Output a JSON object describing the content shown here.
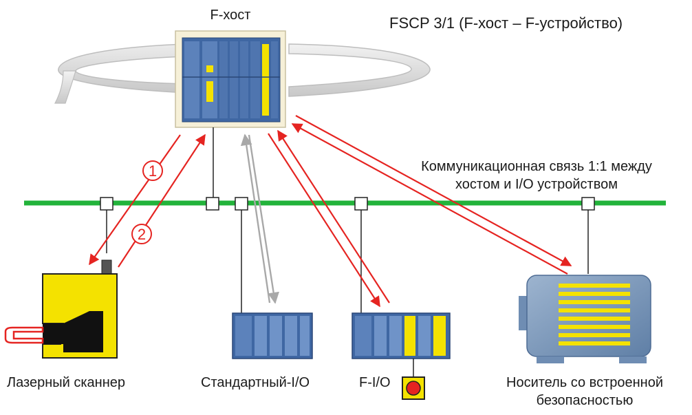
{
  "title": "FSCP 3/1 (F-хост – F-устройство)",
  "host_label": "F-хост",
  "link_note": {
    "line1": "Коммуникационная связь 1:1 между",
    "line2": "хостом и I/O устройством"
  },
  "steps": [
    "1",
    "2"
  ],
  "devices": {
    "laser_scanner": "Лазерный сканнер",
    "standard_io": "Стандартный-I/O",
    "f_io": "F-I/O",
    "safety_carrier_line1": "Носитель со встроенной",
    "safety_carrier_line2": "безопасностью"
  },
  "colors": {
    "bus": "#22b33a",
    "safety_link": "#e52421",
    "standard_link": "#a8a8a8",
    "module_blue": "#4a6fa8",
    "safety_yellow": "#f4e200"
  }
}
